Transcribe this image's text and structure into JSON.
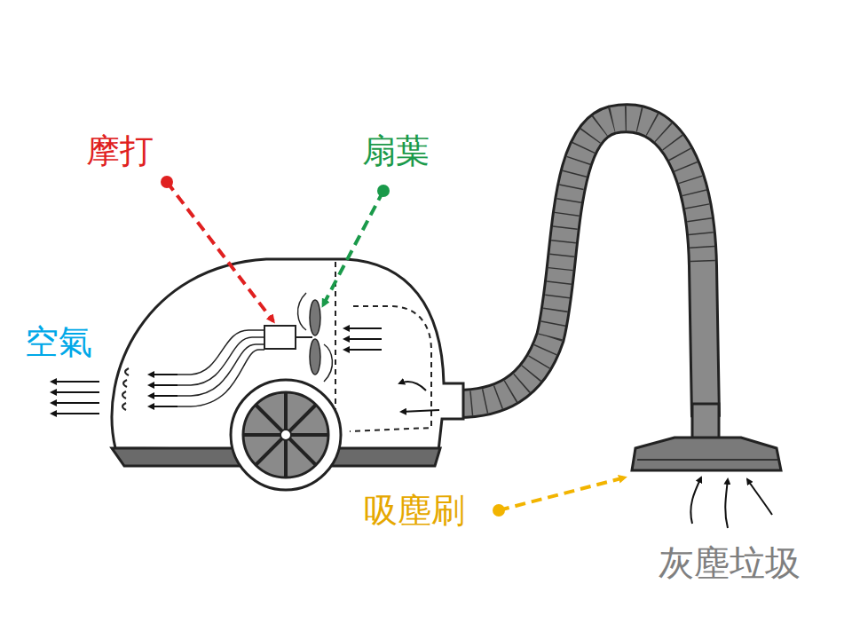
{
  "diagram": {
    "labels": [
      "摩打",
      "扇葉",
      "空氣",
      "吸塵刷",
      "灰塵垃圾"
    ]
  }
}
